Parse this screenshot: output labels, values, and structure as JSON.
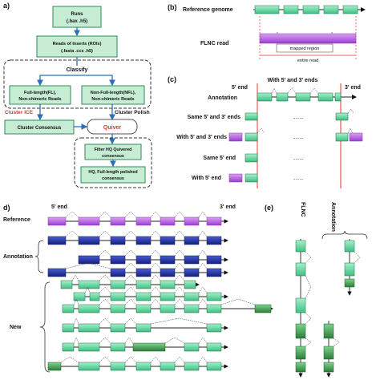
{
  "panel_labels": {
    "a": "a)",
    "b": "(b)",
    "c": "(c)",
    "d": "d)",
    "e": "(e)"
  },
  "panel_a": {
    "runs_line1": "Runs",
    "runs_line2": "(.bax .h5)",
    "rois_line1": "Reads of Inserts (ROIs)",
    "rois_line2": "(.fasta .ccs .h5)",
    "classify": "Classify",
    "fl_line1": "Full-length(FL),",
    "fl_line2": "Non-chimeric Reads",
    "nfl_line1": "Non-Full-length(NFL),",
    "nfl_line2": "Non-chimeric Reads",
    "cluster_ice": "Cluster ICE",
    "cluster_polish": "Cluster Polish",
    "cluster_consensus": "Cluster Consensus",
    "quiver": "Quiver",
    "filter_line1": "Filter HQ Quivered",
    "filter_line2": "consensus",
    "hq_line1": "HQ, Full-length polished",
    "hq_line2": "consensus"
  },
  "panel_b": {
    "reference_genome": "Reference genome",
    "flnc_read": "FLNC read",
    "mapped_region": "mapped region",
    "entire_read": "entire read"
  },
  "panel_c": {
    "header": "With 5' and 3' ends",
    "five_end": "5' end",
    "three_end": "3' end",
    "rows": [
      "Annotation",
      "Same 5' and 3' ends",
      "With 5' and 3' ends",
      "Same 5' end",
      "With 5' end"
    ]
  },
  "panel_d": {
    "five_end": "5' end",
    "three_end": "3' end",
    "reference": "Reference",
    "annotation": "Annotation",
    "new": "New"
  },
  "panel_e": {
    "flnc": "FLNC",
    "annotation": "Annotation"
  },
  "colors": {
    "box_green": "#c6ecd4",
    "box_border": "#2e8b57",
    "exon_light": "#7fe0b0",
    "exon_dark": "#2e8b57",
    "purple": "#b05adb",
    "navy": "#1f2f9c",
    "red": "#e53030",
    "arrow": "#2b6fb5"
  }
}
